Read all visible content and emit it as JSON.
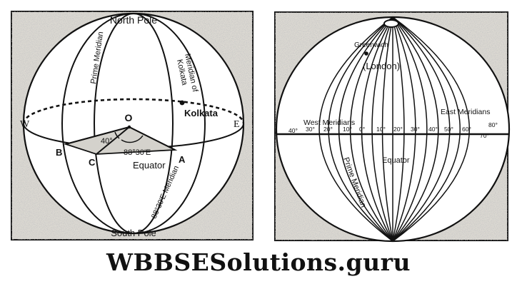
{
  "left_diagram": {
    "north_pole": "North Pole",
    "south_pole": "South Pole",
    "west": "W",
    "east": "E",
    "prime_meridian": "Prime Meridian",
    "meridian_of_kolkata_1": "Meridian of",
    "meridian_of_kolkata_2": "Kolkata",
    "kolkata": "Kolkata",
    "center": "O",
    "angle_40": "40°",
    "angle_88": "88°30′E",
    "equator": "Equator",
    "point_a": "A",
    "point_b": "B",
    "point_c": "C",
    "meridian_88": "88°30′E Meridian"
  },
  "right_diagram": {
    "greenwich": "Greenwich",
    "london": "(London)",
    "west_meridians": "West Meridians",
    "east_meridians": "East Meridians",
    "equator": "Equator",
    "prime_meridian": "Prime Meridian",
    "degrees": [
      "40°",
      "30°",
      "20°",
      "10°",
      "0°",
      "10°",
      "20°",
      "30°",
      "40°",
      "50°",
      "60°",
      "70°",
      "80°"
    ]
  },
  "footer": {
    "text": "WBBSESolutions.guru"
  },
  "colors": {
    "ink": "#111111",
    "paper": "#d9d6cf"
  }
}
